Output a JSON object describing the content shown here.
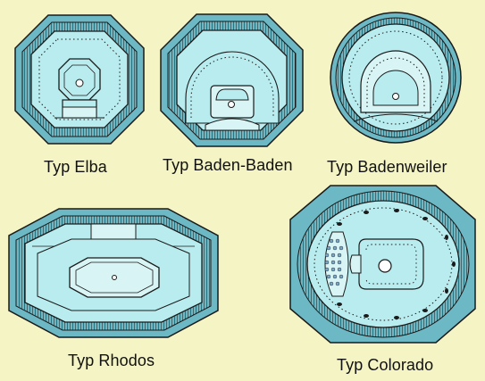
{
  "colors": {
    "background": "#f4f4c4",
    "rim": "#6cb8c4",
    "water": "#b9ecef",
    "stroke": "#1a1a1a",
    "deck": "#d9f4f4"
  },
  "pools": [
    {
      "id": "elba",
      "name": "Typ Elba"
    },
    {
      "id": "baden-baden",
      "name": "Typ Baden-Baden"
    },
    {
      "id": "badenweiler",
      "name": "Typ Badenweiler"
    },
    {
      "id": "rhodos",
      "name": "Typ Rhodos"
    },
    {
      "id": "colorado",
      "name": "Typ Colorado"
    }
  ]
}
